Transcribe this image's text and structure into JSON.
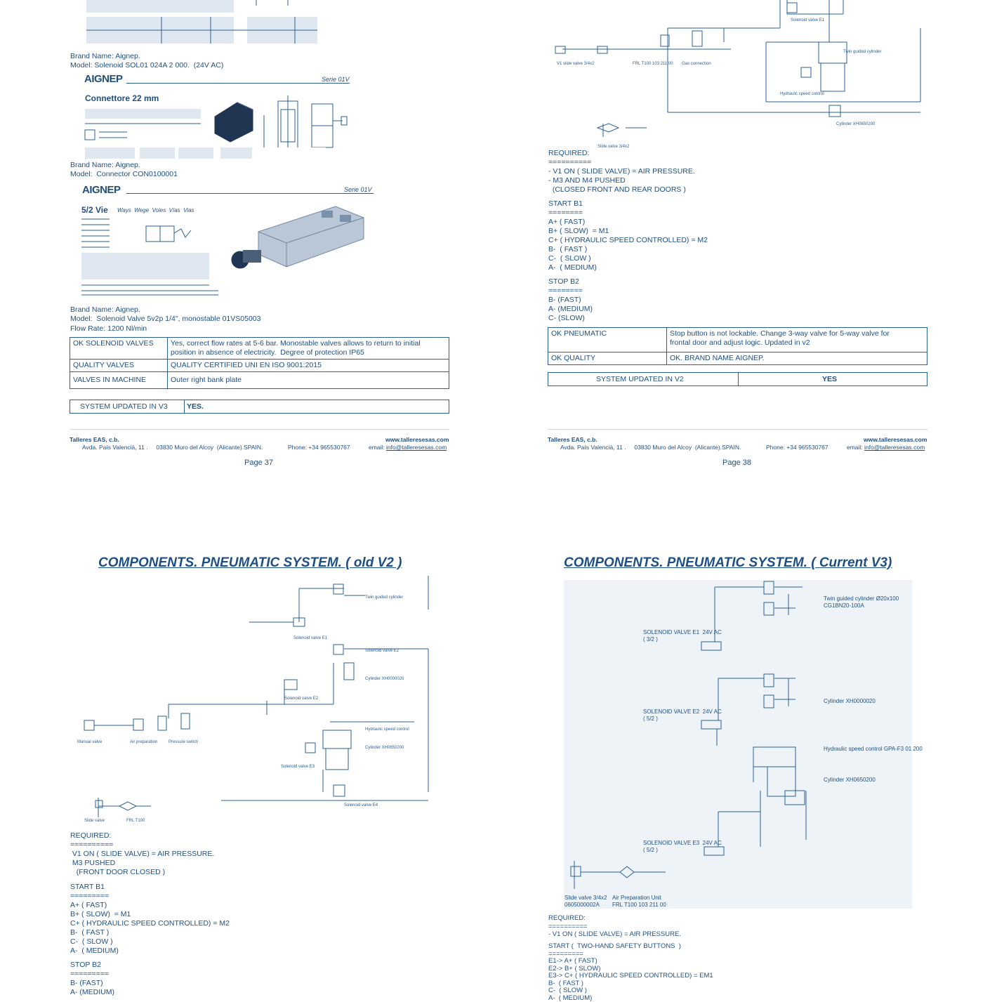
{
  "p37": {
    "brand1": "Brand Name: Aignep.",
    "model1": "Model: Solenoid SOL01 024A 2 000.  (24V AC)",
    "logo_text": "AIGNEP",
    "serie": "Serie 01V",
    "conn_title": "Connettore 22 mm",
    "brand2": "Brand Name: Aignep.",
    "model2": "Model:  Connector CON0100001",
    "valve_title": "5/2 Vie",
    "valve_subtitle": "Ways  Wege  Voies  Vías  Vias",
    "brand3": "Brand Name: Aignep.",
    "model3": "Model:  Solenoid Valve 5v2p 1/4\", monostable 01VS05003",
    "flow": "Flow Rate: 1200 Nl/min",
    "table": [
      {
        "k": "OK SOLENOID VALVES",
        "v": "Yes, correct flow rates at 5-6 bar. Monostable valves allows to return to initial\nposition in absence of electricity.  Degree of protection IP65"
      },
      {
        "k": "QUALITY VALVES",
        "v": "QUALITY CERTIFIED UNI EN ISO 9001:2015"
      },
      {
        "k": "VALVES IN MACHINE",
        "v": "Outer right bank plate"
      }
    ],
    "system_label": "SYSTEM UPDATED IN V3",
    "system_value": "YES.",
    "footer_company": "Talleres EAS, c.b.",
    "footer_web": "www.talleresesas.com",
    "footer_address": "Avda. País Valencià, 11 .     03830 Muro del Alcoy  (Alicante).SPAIN.",
    "footer_phone": "Phone: +34 965530767",
    "footer_email_label": "email: ",
    "footer_email": "info@talleresesas.com",
    "page": "Page 37"
  },
  "p38": {
    "required": "REQUIRED:\n==========\n- V1 ON ( SLIDE VALVE) = AIR PRESSURE.\n- M3 AND M4 PUSHED\n  (CLOSED FRONT AND REAR DOORS )",
    "start": "START B1\n========\nA+ ( FAST)\nB+ ( SLOW)  = M1\nC+ ( HYDRAULIC SPEED CONTROLLED) = M2\nB-  ( FAST )\nC-  ( SLOW )\nA-  ( MEDIUM)",
    "stop": "STOP B2\n========\nB- (FAST)\nA- (MEDIUM)\nC- (SLOW)",
    "ok_pneumatic": "OK PNEUMATIC",
    "ok_pneumatic_v": "Stop button is not lockable. Change 3-way valve for 5-way valve for\nfrontal door and adjust logic. Updated in v2",
    "ok_quality": "OK QUALITY",
    "ok_quality_v": "OK. BRAND NAME AIGNEP.",
    "system_label": "SYSTEM UPDATED IN V2",
    "system_value": "YES",
    "footer_company": "Talleres EAS, c.b.",
    "footer_web": "www.talleresesas.com",
    "footer_address": "Avda. País Valencià, 11 .     03830 Muro del Alcoy  (Alicante).SPAIN.",
    "footer_phone": "Phone: +34 965530767",
    "footer_email_label": "email: ",
    "footer_email": "info@talleresesas.com",
    "page": "Page 38"
  },
  "p39": {
    "title": "COMPONENTS. PNEUMATIC SYSTEM. ( old V2 )",
    "required": "REQUIRED:\n==========\n V1 ON ( SLIDE VALVE) = AIR PRESSURE.\n M3 PUSHED\n   (FRONT DOOR CLOSED )",
    "start": "START B1\n=========\nA+ ( FAST)\nB+ ( SLOW)  = M1\nC+ ( HYDRAULIC SPEED CONTROLLED) = M2\nB-  ( FAST )\nC-  ( SLOW )\nA-  ( MEDIUM)",
    "stop": "STOP B2\n=========\nB- (FAST)\nA- (MEDIUM)"
  },
  "p40": {
    "title": "COMPONENTS. PNEUMATIC SYSTEM. ( Current V3)",
    "label_e1": "SOLENOID VALVE E1  24V AC\n( 3/2 )",
    "label_e2": "SOLENOID VALVE E2  24V AC\n( 5/2 )",
    "label_e3": "SOLENOID VALVE E3  24V AC\n( 5/2 )",
    "label_cyl_a": "Twin guided cylinder Ø20x100\nCG1BN20-100A",
    "label_cyl_b": "Cylinder XH0000020",
    "label_hyd": "Hydraulic speed control GPA-F3 01 200",
    "label_cyl_c": "Cylinder XH0650200",
    "label_slide": "Slide valve 3/4x2\n0605000002A",
    "label_frl": "Air Preparation Unit\nFRL T100 103 211 00",
    "required": "REQUIRED:\n==========\n- V1 ON ( SLIDE VALVE) = AIR PRESSURE.",
    "start": "START (  TWO-HAND SAFETY BUTTONS  )\n=========\nE1-> A+ ( FAST)\nE2-> B+ ( SLOW)\nE3-> C+ ( HYDRAULIC SPEED CONTROLLED) = EM1\nB-  ( FAST )\nC-  ( SLOW )\nA-  ( MEDIUM)"
  }
}
